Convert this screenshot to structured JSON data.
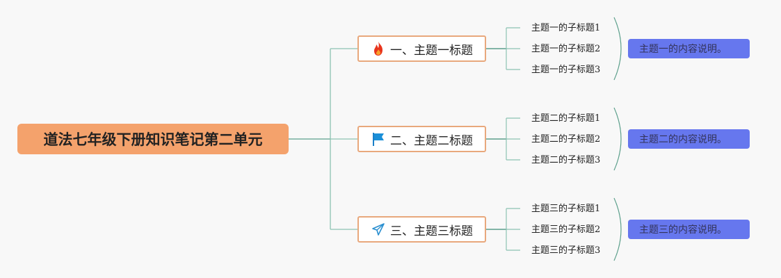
{
  "root": {
    "label": "道法七年级下册知识笔记第二单元"
  },
  "topics": [
    {
      "label": "一、主题一标题",
      "icon": "fire-icon",
      "subs": [
        "主题一的子标题1",
        "主题一的子标题2",
        "主题一的子标题3"
      ],
      "note": "主题一的内容说明。"
    },
    {
      "label": "二、主题二标题",
      "icon": "flag-icon",
      "subs": [
        "主题二的子标题1",
        "主题二的子标题2",
        "主题二的子标题3"
      ],
      "note": "主题二的内容说明。"
    },
    {
      "label": "三、主题三标题",
      "icon": "paper-plane-icon",
      "subs": [
        "主题三的子标题1",
        "主题三的子标题2",
        "主题三的子标题3"
      ],
      "note": "主题三的内容说明。"
    }
  ],
  "colors": {
    "root_fill": "#f4a26c",
    "topic_border": "#e8a87c",
    "connector": "#5a9e8a",
    "note_fill": "#6677ee"
  }
}
